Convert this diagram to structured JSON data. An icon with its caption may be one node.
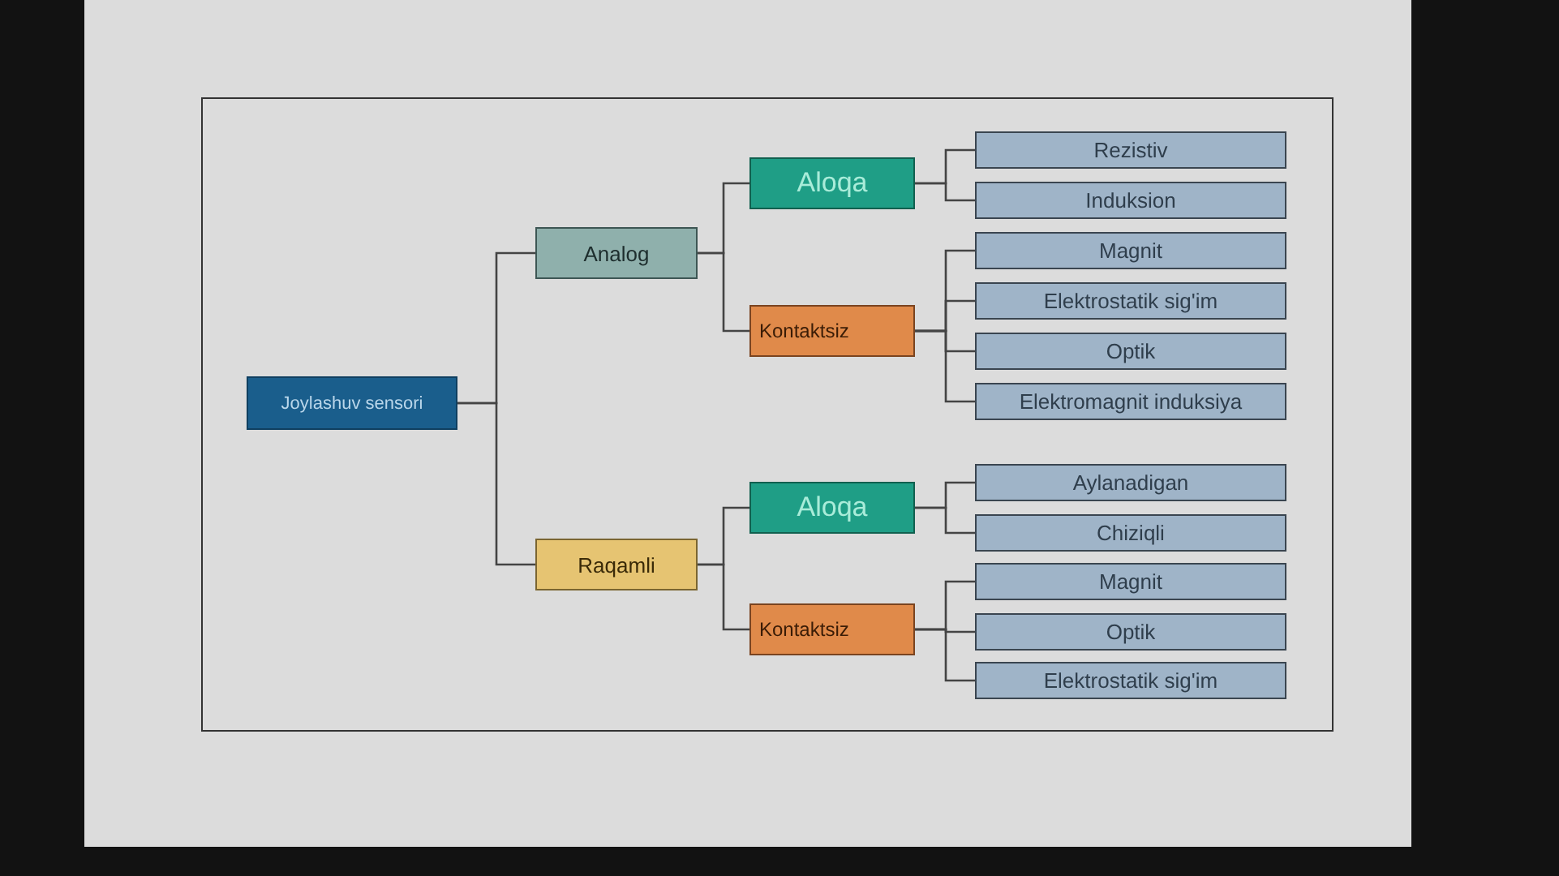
{
  "diagram": {
    "nodes": [
      {
        "text": [
          "Joylashuv sensori"
        ]
      },
      {
        "text": [
          "Analog"
        ]
      },
      {
        "text": [
          "Raqamli"
        ]
      },
      {
        "text": [
          "Aloqa"
        ]
      },
      {
        "text": [
          "Kontaktsiz"
        ]
      },
      {
        "text": [
          "Rezistiv"
        ]
      },
      {
        "text": [
          "Induksion"
        ]
      },
      {
        "text": [
          "Magnit"
        ]
      },
      {
        "text": [
          "Elektrostatik sig'im"
        ]
      },
      {
        "text": [
          "Optik"
        ]
      },
      {
        "text": [
          "Elektromagnit induksiya"
        ]
      },
      {
        "text": [
          "Aloqa"
        ]
      },
      {
        "text": [
          "Kontaktsiz"
        ]
      },
      {
        "text": [
          "Aylanadigan"
        ]
      },
      {
        "text": [
          "Chiziqli"
        ]
      },
      {
        "text": [
          "Magnit"
        ]
      },
      {
        "text": [
          "Optik"
        ]
      },
      {
        "text": [
          "Elektrostatik sig'im"
        ]
      }
    ],
    "edges": [
      {
        "from": 0,
        "to": 1,
        "arrow": "none"
      },
      {
        "from": 0,
        "to": 2,
        "arrow": "none"
      },
      {
        "from": 1,
        "to": 3,
        "arrow": "none"
      },
      {
        "from": 1,
        "to": 4,
        "arrow": "none"
      },
      {
        "from": 3,
        "to": 5,
        "arrow": "none"
      },
      {
        "from": 3,
        "to": 6,
        "arrow": "none"
      },
      {
        "from": 4,
        "to": 7,
        "arrow": "none"
      },
      {
        "from": 4,
        "to": 8,
        "arrow": "none"
      },
      {
        "from": 4,
        "to": 9,
        "arrow": "none"
      },
      {
        "from": 4,
        "to": 10,
        "arrow": "none"
      },
      {
        "from": 2,
        "to": 11,
        "arrow": "none"
      },
      {
        "from": 2,
        "to": 12,
        "arrow": "none"
      },
      {
        "from": 11,
        "to": 13,
        "arrow": "none"
      },
      {
        "from": 11,
        "to": 14,
        "arrow": "none"
      },
      {
        "from": 12,
        "to": 15,
        "arrow": "none"
      },
      {
        "from": 12,
        "to": 16,
        "arrow": "none"
      },
      {
        "from": 12,
        "to": 17,
        "arrow": "none"
      }
    ]
  }
}
